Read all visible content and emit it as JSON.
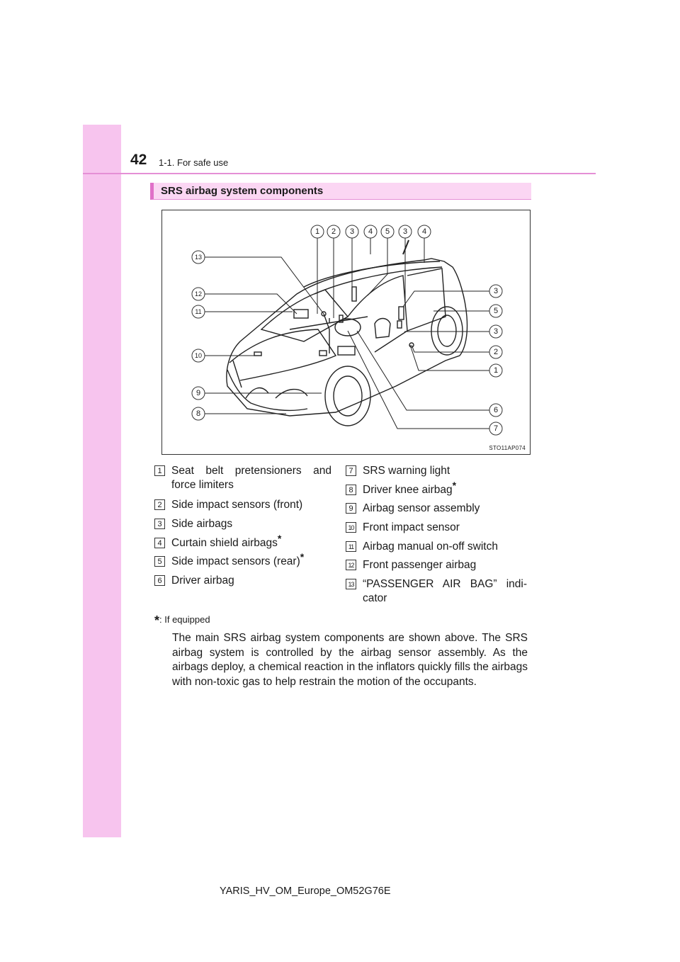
{
  "header": {
    "page_number": "42",
    "section": "1-1. For safe use"
  },
  "heading": "SRS airbag system components",
  "figure": {
    "code": "STO11AP074",
    "callouts": [
      "1",
      "2",
      "3",
      "4",
      "5",
      "3",
      "4",
      "3",
      "5",
      "3",
      "2",
      "1",
      "6",
      "7",
      "13",
      "12",
      "11",
      "10",
      "9",
      "8"
    ]
  },
  "legend_left": [
    {
      "num": "1",
      "text": "Seat belt pretensioners and force limiters",
      "star": ""
    },
    {
      "num": "2",
      "text": "Side impact sensors (front)",
      "star": ""
    },
    {
      "num": "3",
      "text": "Side airbags",
      "star": ""
    },
    {
      "num": "4",
      "text": "Curtain shield airbags",
      "star": "*"
    },
    {
      "num": "5",
      "text": "Side impact sensors (rear)",
      "star": "*"
    },
    {
      "num": "6",
      "text": "Driver airbag",
      "star": ""
    }
  ],
  "legend_right": [
    {
      "num": "7",
      "text": "SRS warning light",
      "star": ""
    },
    {
      "num": "8",
      "text": "Driver knee airbag",
      "star": "*"
    },
    {
      "num": "9",
      "text": "Airbag sensor assembly",
      "star": ""
    },
    {
      "num": "10",
      "text": "Front impact sensor",
      "star": ""
    },
    {
      "num": "11",
      "text": "Airbag manual on-off switch",
      "star": ""
    },
    {
      "num": "12",
      "text": "Front passenger airbag",
      "star": ""
    },
    {
      "num": "13",
      "text": "“PASSENGER AIR BAG” indi-cator",
      "star": ""
    }
  ],
  "footnote": {
    "mark": "*",
    "text": ": If equipped"
  },
  "body": "The main SRS airbag system components are shown above. The SRS airbag system is controlled by the airbag sensor assembly. As the airbags deploy, a chemical reaction in the inflators quickly fills the airbags with non-toxic gas to help restrain the motion of the occupants.",
  "footer": "YARIS_HV_OM_Europe_OM52G76E"
}
